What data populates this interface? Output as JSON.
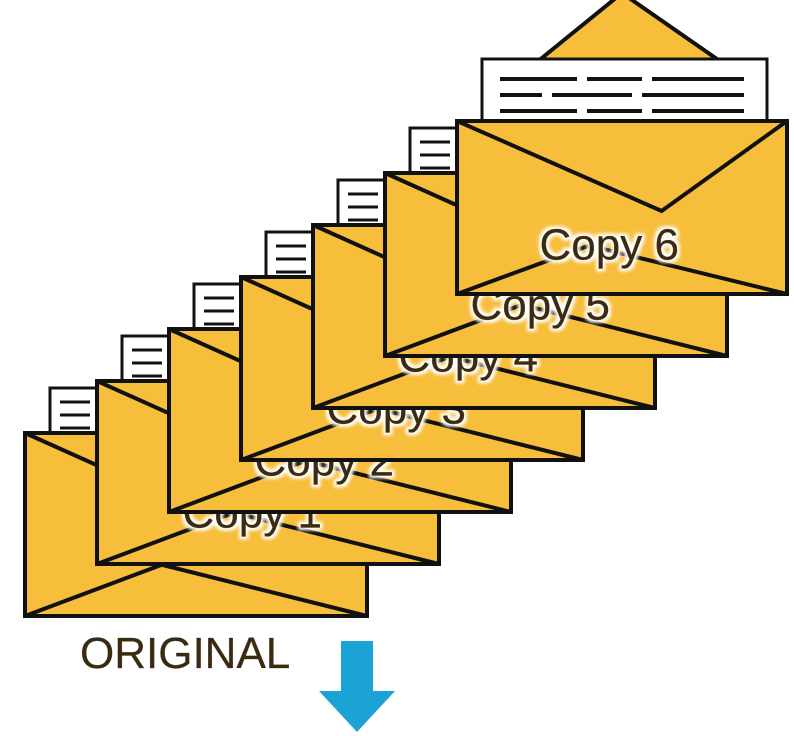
{
  "colors": {
    "envelope_fill": "#f7be3c",
    "envelope_stroke": "#111111",
    "letter_fill": "#ffffff",
    "letter_lines": "#111111",
    "label_text": "#3b2a10",
    "label_glow": "#ffffff",
    "arrow": "#1aa3d4"
  },
  "original_label": "ORIGINAL",
  "envelopes": [
    {
      "label": "",
      "role": "original"
    },
    {
      "label": "Copy 1",
      "role": "copy"
    },
    {
      "label": "Copy 2",
      "role": "copy"
    },
    {
      "label": "Copy 3",
      "role": "copy"
    },
    {
      "label": "Copy 4",
      "role": "copy"
    },
    {
      "label": "Copy 5",
      "role": "copy"
    },
    {
      "label": "Copy 6",
      "role": "copy"
    }
  ],
  "arrow_icon": "down-arrow-icon"
}
